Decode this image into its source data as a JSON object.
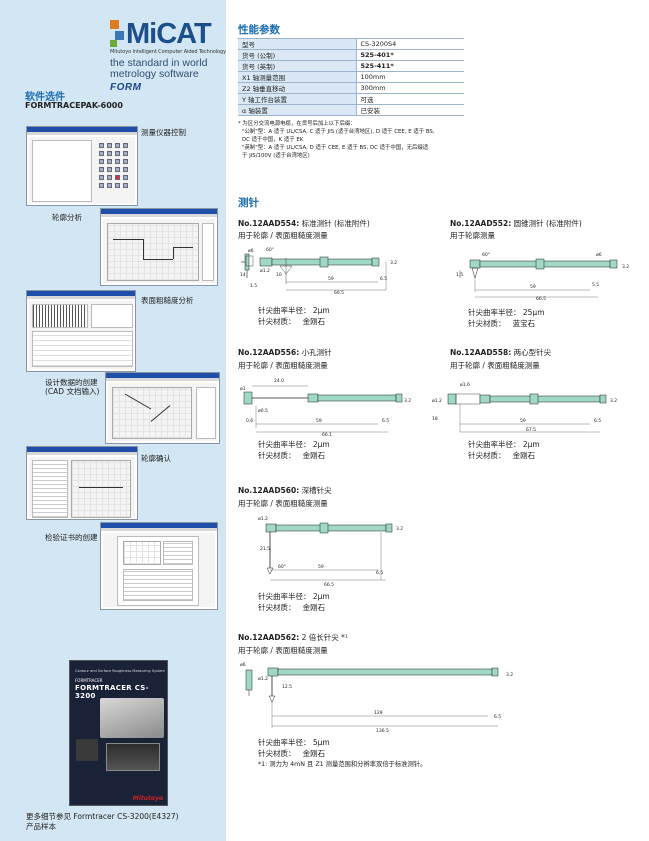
{
  "brand": {
    "logo_text": "MiCAT",
    "logo_sub": "Mitutoyo Intelligent Computer Aided Technology",
    "tagline_1": "the standard in world",
    "tagline_2": "metrology software",
    "form": "FORM"
  },
  "software": {
    "title": "软件选件",
    "name": "FORMTRACEPAK-6000",
    "captions": [
      "测量仪器控制",
      "轮廓分析",
      "表面粗糙度分析",
      "设计数据的创建",
      "(CAD 文档输入)",
      "轮廓确认",
      "检验证书的创建"
    ]
  },
  "brochure": {
    "line1": "Contour and Surface Roughness Measuring System",
    "line2": "FORMTRACER",
    "line3": "FORMTRACER CS-3200",
    "brand": "Mitutoyo",
    "caption_1": "更多细节参见 Formtracer CS-3200(E4327)",
    "caption_2": "产品样本"
  },
  "spec": {
    "title": "性能参数",
    "rows": [
      {
        "k": "型号",
        "v": "CS-3200S4"
      },
      {
        "k": "货号 (公制)",
        "v": "525-401*"
      },
      {
        "k": "货号 (英制)",
        "v": "525-411*"
      },
      {
        "k": "X1 轴测量范围",
        "v": "100mm"
      },
      {
        "k": "Z2 轴垂直移动",
        "v": "300mm"
      },
      {
        "k": "Y 轴工作台装置",
        "v": "可选"
      },
      {
        "k": "α 轴装置",
        "v": "已安装"
      }
    ],
    "notes": [
      "* 为区分交流电源电缆，在货号后加上以下后缀：",
      "\"公制\"型：A 适于 UL/CSA, C 适于 JIS (适于台湾地区), D 适于 CEE, E 适于 BS,",
      "DC 适于中国，K 适于 EK",
      "\"英制\"型：A 适于 UL/CSA, D 适于 CEE, E 适于 BS, DC 适于中国，无后缀适",
      "于 JIS/100V (适于台湾地区)"
    ]
  },
  "probes": {
    "title": "测针",
    "items": [
      {
        "no": "No.12AAD554:",
        "name": "标准测针 (标准附件)",
        "use": "用于轮廓 / 表面粗糙度测量",
        "r_label": "针尖曲率半径：",
        "r": "2μm",
        "m_label": "针尖材质：",
        "m": "金刚石"
      },
      {
        "no": "No.12AAD552:",
        "name": "圆锥测针 (标准附件)",
        "use": "用于轮廓测量",
        "r_label": "针尖曲率半径：",
        "r": "25μm",
        "m_label": "针尖材质：",
        "m": "蓝宝石"
      },
      {
        "no": "No.12AAD556:",
        "name": "小孔测针",
        "use": "用于轮廓 / 表面粗糙度测量",
        "r_label": "针尖曲率半径：",
        "r": "2μm",
        "m_label": "针尖材质：",
        "m": "金刚石"
      },
      {
        "no": "No.12AAD558:",
        "name": "两心型针尖",
        "use": "用于轮廓 / 表面粗糙度测量",
        "r_label": "针尖曲率半径：",
        "r": "2μm",
        "m_label": "针尖材质：",
        "m": "金刚石"
      },
      {
        "no": "No.12AAD560:",
        "name": "深槽针尖",
        "use": "用于轮廓 / 表面粗糙度测量",
        "r_label": "针尖曲率半径：",
        "r": "2μm",
        "m_label": "针尖材质：",
        "m": "金刚石"
      },
      {
        "no": "No.12AAD562:",
        "name": "2 倍长针尖 *¹",
        "use": "用于轮廓 / 表面粗糙度测量",
        "r_label": "针尖曲率半径：",
        "r": "5μm",
        "m_label": "针尖材质：",
        "m": "金刚石"
      }
    ],
    "footnote": "*1: 测力为 4mN 且 Z1 测量范围和分辨率双倍于标准测针。"
  },
  "dims": {
    "d554": [
      "60°",
      "ø1.2",
      "10",
      "59",
      "66.5",
      "6.5",
      "3.2",
      "1.5",
      "ø6",
      "14"
    ],
    "d552": [
      "60°",
      "1.5",
      "59",
      "66.5",
      "5.5",
      "3.2",
      "ø6"
    ],
    "d556": [
      "24.0",
      "ø0.5",
      "0.6",
      "59",
      "66.1",
      "6.5",
      "3.2",
      "ø1"
    ],
    "d558": [
      "ø1.2",
      "18",
      "59",
      "67.5",
      "6.5",
      "3.2",
      "ø1.6"
    ],
    "d560": [
      "ø1.2",
      "21.5",
      "60°",
      "59",
      "66.5",
      "6.5",
      "3.2"
    ],
    "d562": [
      "ø1.2",
      "12.5",
      "129",
      "136.5",
      "6.5",
      "3.2",
      "ø6"
    ]
  },
  "colors": {
    "accent": "#1e6fb0",
    "side_bg": "#d3e6f3",
    "table_key": "#d9e8f4",
    "probe_body": "#9fd8c6"
  }
}
